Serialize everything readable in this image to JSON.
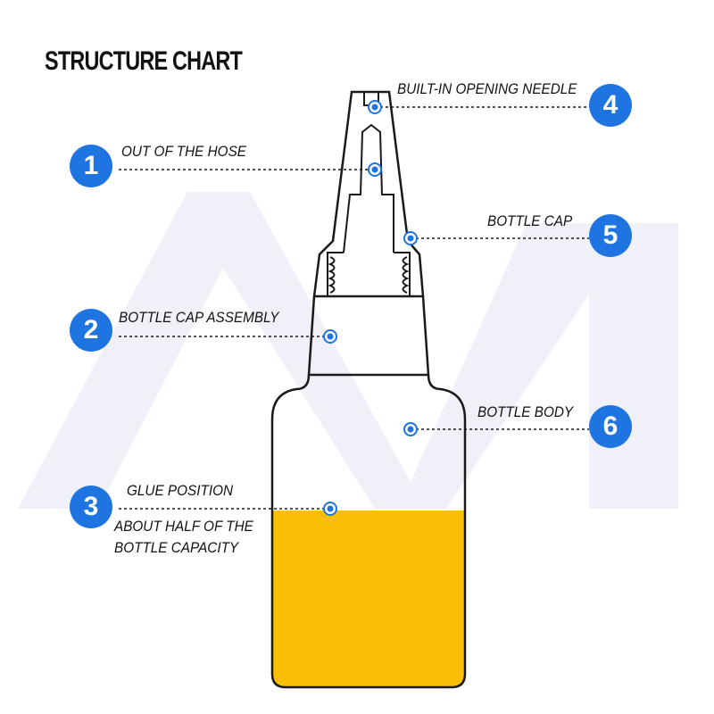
{
  "title": "STRUCTURE CHART",
  "colors": {
    "callout_blue": "#1e74e0",
    "glue_yellow": "#fdbf05",
    "outline": "#1a1a1a",
    "watermark": "#f0f1f8"
  },
  "callouts": [
    {
      "number": "1",
      "label": "OUT OF THE HOSE"
    },
    {
      "number": "2",
      "label": "BOTTLE CAP ASSEMBLY"
    },
    {
      "number": "3",
      "label": "GLUE POSITION",
      "note_line1": "ABOUT HALF OF THE",
      "note_line2": "BOTTLE CAPACITY"
    },
    {
      "number": "4",
      "label": "BUILT-IN OPENING NEEDLE"
    },
    {
      "number": "5",
      "label": "BOTTLE CAP"
    },
    {
      "number": "6",
      "label": "BOTTLE BODY"
    }
  ]
}
